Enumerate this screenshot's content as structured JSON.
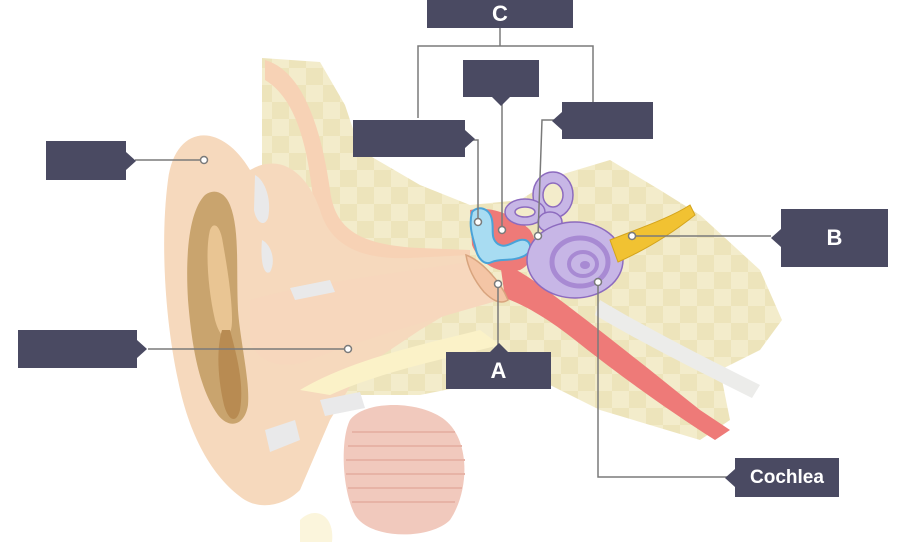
{
  "labels": {
    "c": "C",
    "a": "A",
    "b": "B",
    "cochlea": "Cochlea",
    "blank_top_center": "",
    "blank_left_upper": "",
    "blank_left_lower": "",
    "blank_mid_left": "",
    "blank_mid_right": ""
  },
  "colors": {
    "label_bg": "#4a4a62",
    "label_text": "#ffffff",
    "leader_line": "#7a7a7a",
    "skin": "#f6dcc0",
    "skin_dark": "#f0c9a4",
    "cartilage": "#c7a06a",
    "bone": "#f2ecc6",
    "canal_red": "#ee7a78",
    "ossicle_blue": "#9fd6ee",
    "cochlea_purple": "#c3b3e3",
    "nerve_yellow": "#f1c232"
  }
}
